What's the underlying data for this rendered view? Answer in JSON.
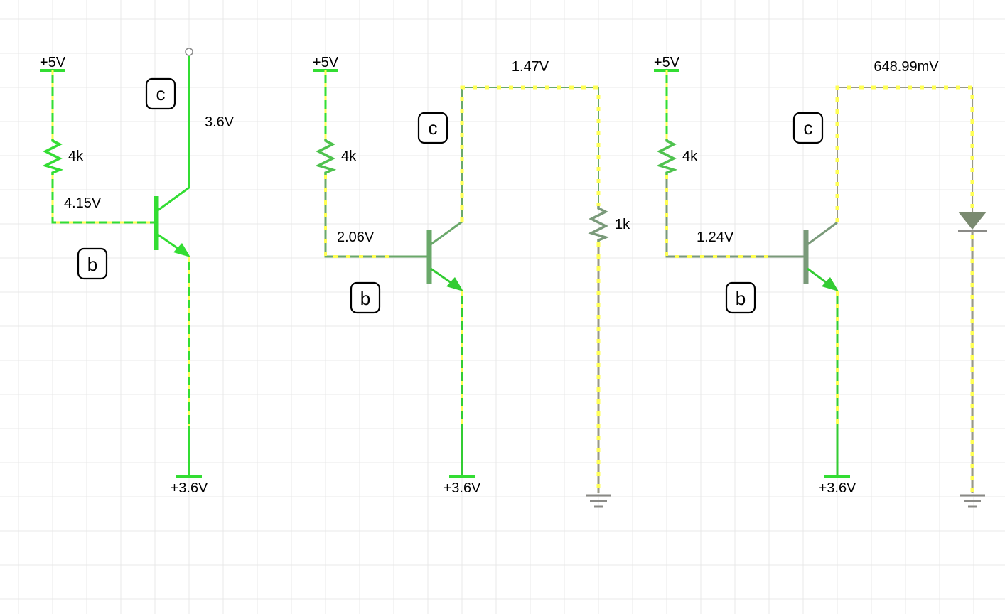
{
  "colors": {
    "grid": "#e8e8e8",
    "wire_bright": "#33dd33",
    "wire_dim": "#6aa86a",
    "wire_gray": "#999988",
    "current_dots": "#ffff55",
    "ground": "#8a8a86"
  },
  "circuits": [
    {
      "supply_label": "+5V",
      "resistor_label": "4k",
      "base_voltage": "4.15V",
      "collector_voltage": "3.6V",
      "emitter_supply": "+3.6V",
      "collector_marker": "c",
      "base_marker": "b"
    },
    {
      "supply_label": "+5V",
      "resistor_label": "4k",
      "base_voltage": "2.06V",
      "collector_voltage": "1.47V",
      "load_label": "1k",
      "emitter_supply": "+3.6V",
      "collector_marker": "c",
      "base_marker": "b"
    },
    {
      "supply_label": "+5V",
      "resistor_label": "4k",
      "base_voltage": "1.24V",
      "collector_voltage": "648.99mV",
      "emitter_supply": "+3.6V",
      "collector_marker": "c",
      "base_marker": "b"
    }
  ]
}
